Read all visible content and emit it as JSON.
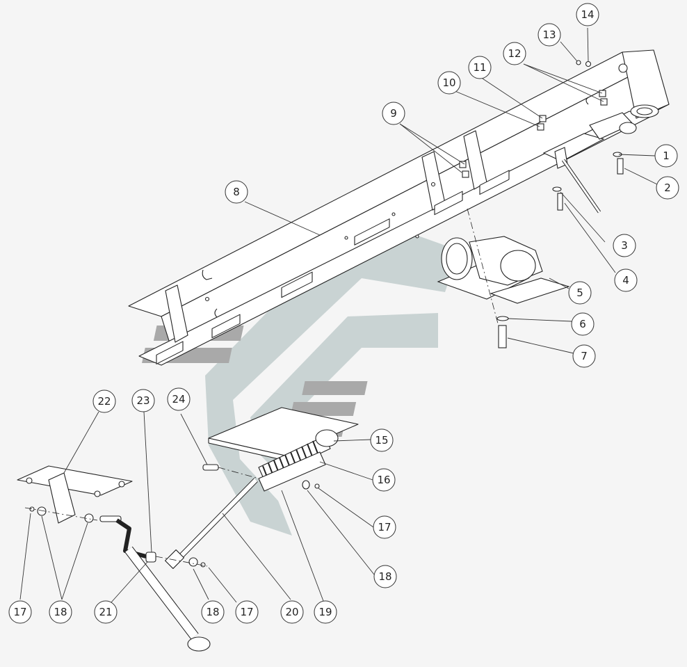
{
  "watermark": {
    "primary": "#c9d3d3",
    "secondary": "#a9a9a9"
  },
  "callouts": [
    {
      "id": "c1",
      "label": "1"
    },
    {
      "id": "c2",
      "label": "2"
    },
    {
      "id": "c3",
      "label": "3"
    },
    {
      "id": "c4",
      "label": "4"
    },
    {
      "id": "c5",
      "label": "5"
    },
    {
      "id": "c6",
      "label": "6"
    },
    {
      "id": "c7",
      "label": "7"
    },
    {
      "id": "c8",
      "label": "8"
    },
    {
      "id": "c9",
      "label": "9"
    },
    {
      "id": "c10",
      "label": "10"
    },
    {
      "id": "c11",
      "label": "11"
    },
    {
      "id": "c12",
      "label": "12"
    },
    {
      "id": "c13",
      "label": "13"
    },
    {
      "id": "c14",
      "label": "14"
    },
    {
      "id": "c15",
      "label": "15"
    },
    {
      "id": "c16",
      "label": "16"
    },
    {
      "id": "c17a",
      "label": "17"
    },
    {
      "id": "c18a",
      "label": "18"
    },
    {
      "id": "c19",
      "label": "19"
    },
    {
      "id": "c20",
      "label": "20"
    },
    {
      "id": "c17b",
      "label": "17"
    },
    {
      "id": "c18b",
      "label": "18"
    },
    {
      "id": "c21",
      "label": "21"
    },
    {
      "id": "c18c",
      "label": "18"
    },
    {
      "id": "c17c",
      "label": "17"
    },
    {
      "id": "c22",
      "label": "22"
    },
    {
      "id": "c23",
      "label": "23"
    },
    {
      "id": "c24",
      "label": "24"
    }
  ]
}
